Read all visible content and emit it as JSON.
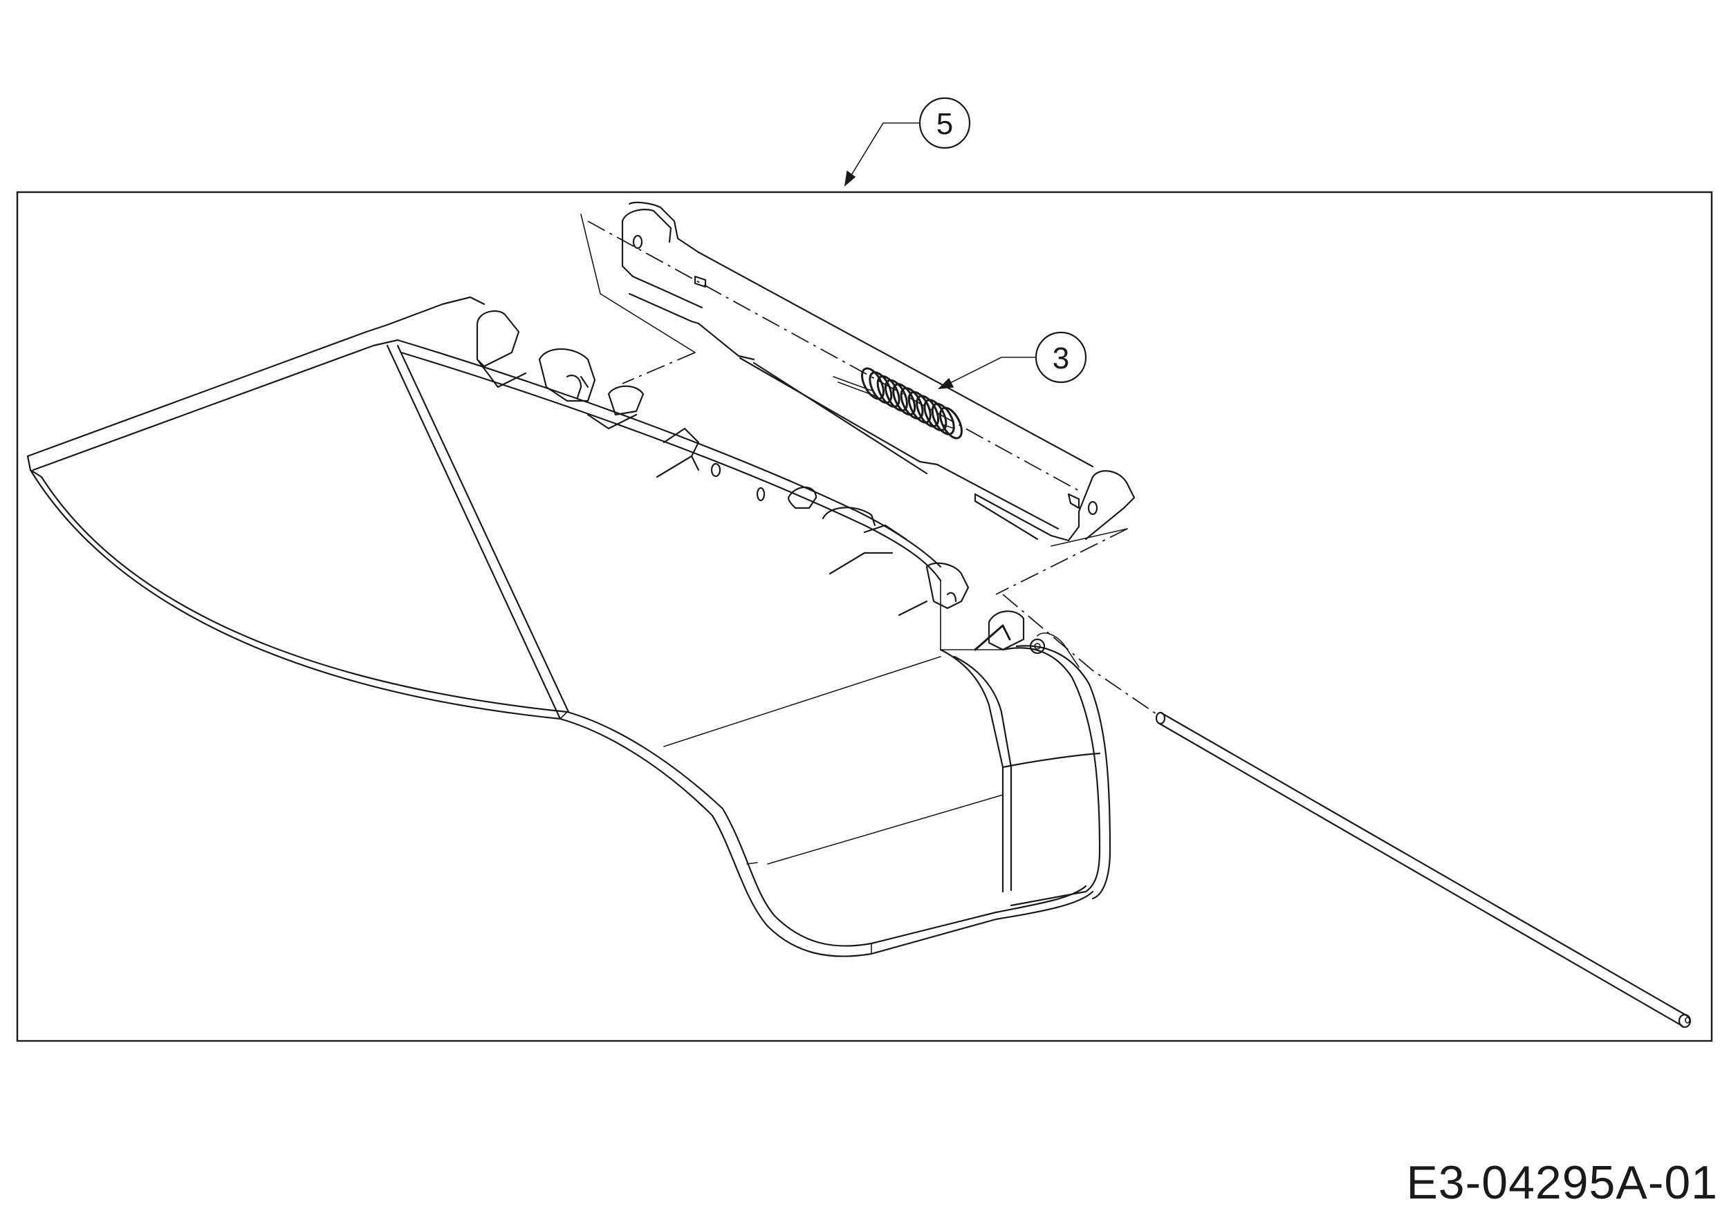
{
  "callouts": [
    {
      "id": "callout-5",
      "label": "5"
    },
    {
      "id": "callout-3",
      "label": "3"
    }
  ],
  "drawing_code": "E3-04295A-01"
}
